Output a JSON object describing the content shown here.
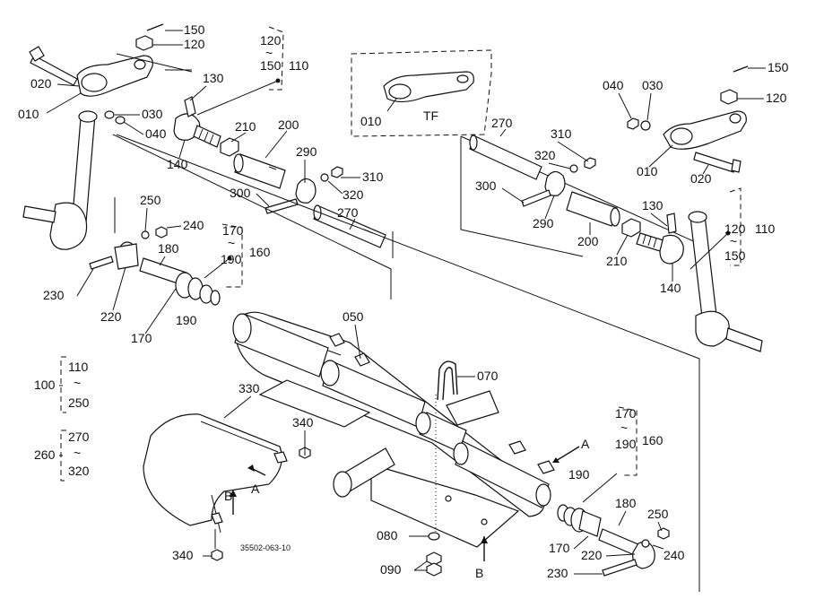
{
  "labels": {
    "l150a": "150",
    "l120a": "120",
    "l120b": "120",
    "l150b": "150",
    "l110a": "110",
    "l020a": "020",
    "l010a": "010",
    "l130a": "130",
    "l030a": "030",
    "l040a": "040",
    "l140a": "140",
    "l210a": "210",
    "l200a": "200",
    "l290a": "290",
    "l310a": "310",
    "l320a": "320",
    "l300a": "300",
    "l270a": "270",
    "l250a": "250",
    "l240a": "240",
    "l180a": "180",
    "l170a": "170",
    "l190a": "190",
    "l160a": "160",
    "l190b": "190",
    "l230a": "230",
    "l220a": "220",
    "l170b": "170",
    "l010tf": "010",
    "ltf": "TF",
    "l270b": "270",
    "l310b": "310",
    "l320b": "320",
    "l300b": "300",
    "l290b": "290",
    "l200b": "200",
    "l210b": "210",
    "l130b": "130",
    "l140b": "140",
    "l040b": "040",
    "l030b": "030",
    "l150c": "150",
    "l120c": "120",
    "l010b": "010",
    "l020b": "020",
    "l120d": "120",
    "l110b": "110",
    "l150d": "150",
    "l050": "050",
    "l070": "070",
    "l330": "330",
    "l340a": "340",
    "l340b": "340",
    "l080": "080",
    "l090": "090",
    "lB1": "B",
    "lB2": "B",
    "lA1": "A",
    "lA2": "A",
    "l170c": "170",
    "l190c": "190",
    "l160b": "160",
    "l190d": "190",
    "l180b": "180",
    "l250b": "250",
    "l240b": "240",
    "l170d": "170",
    "l220b": "220",
    "l230b": "230",
    "l100": "100",
    "l110c": "110",
    "l250c": "250",
    "l260": "260",
    "l270c": "270",
    "l320c": "320",
    "tilde": "~",
    "code": "35502-063-10"
  }
}
